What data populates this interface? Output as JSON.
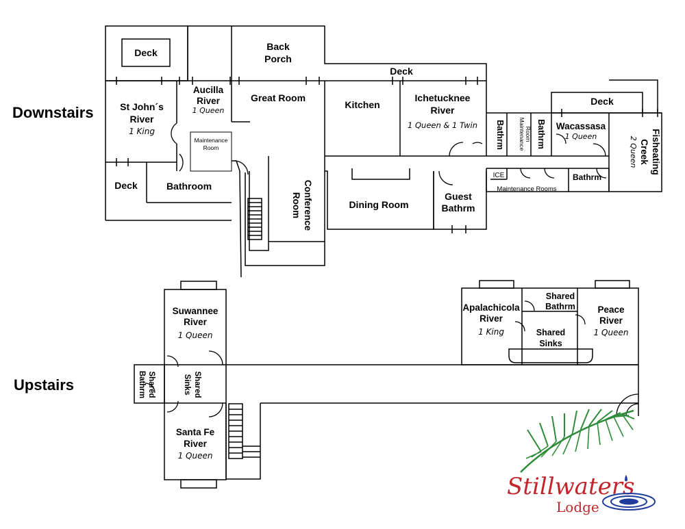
{
  "sections": {
    "downstairs": "Downstairs",
    "upstairs": "Upstairs"
  },
  "downstairs_rooms": {
    "deck_top_left": "Deck",
    "back_porch_1": "Back",
    "back_porch_2": "Porch",
    "deck_top": "Deck",
    "st_johns_1": "St John´s",
    "st_johns_2": "River",
    "st_johns_bed": "1 King",
    "aucilla_1": "Aucilla",
    "aucilla_2": "River",
    "aucilla_bed": "1 Queen",
    "great_room": "Great Room",
    "kitchen": "Kitchen",
    "ichetucknee_1": "Ichetucknee",
    "ichetucknee_2": "River",
    "ichetucknee_bed": "1 Queen & 1 Twin",
    "bathrm_1": "Bathrm",
    "maintenance_room_v_1": "Maintenance",
    "maintenance_room_v_2": "Room",
    "bathrm_2": "Bathrm",
    "deck_right": "Deck",
    "wacassasa": "Wacassasa",
    "wacassasa_bed": "2 Queen",
    "wacassasa_bed_alt": "1 Queen",
    "fisheating_1": "Fisheating",
    "fisheating_2": "Creek",
    "maintenance_room_1": "Maintenance",
    "maintenance_room_2": "Room",
    "deck_bottom_left": "Deck",
    "bathroom": "Bathroom",
    "conference_1": "Conference",
    "conference_2": "Room",
    "dining_room": "Dining Room",
    "guest_1": "Guest",
    "guest_2": "Bathrm",
    "ice": "ICE",
    "maintenance_rooms": "Maintenance Rooms",
    "bathrm_3": "Bathrm"
  },
  "upstairs_rooms": {
    "suwannee_1": "Suwannee",
    "suwannee_2": "River",
    "suwannee_bed": "1 Queen",
    "shared_bathrm_1": "Shared",
    "shared_bathrm_2": "Bathrm",
    "shared_sinks_1": "Shared",
    "shared_sinks_2": "Sinks",
    "santa_fe_1": "Santa Fe",
    "santa_fe_2": "River",
    "santa_fe_bed": "1 Queen",
    "apalachicola_1": "Apalachicola",
    "apalachicola_2": "River",
    "apalachicola_bed": "1 King",
    "shared_bathrm_r_1": "Shared",
    "shared_bathrm_r_2": "Bathrm",
    "shared_sinks_r_1": "Shared",
    "shared_sinks_r_2": "Sinks",
    "peace_1": "Peace",
    "peace_2": "River",
    "peace_bed": "1 Queen"
  },
  "logo": {
    "word1": "Stillwaters",
    "word2": "Lodge",
    "colors": {
      "red": "#c0262c",
      "green": "#2e8b3a",
      "blue": "#1f3c9c"
    }
  }
}
